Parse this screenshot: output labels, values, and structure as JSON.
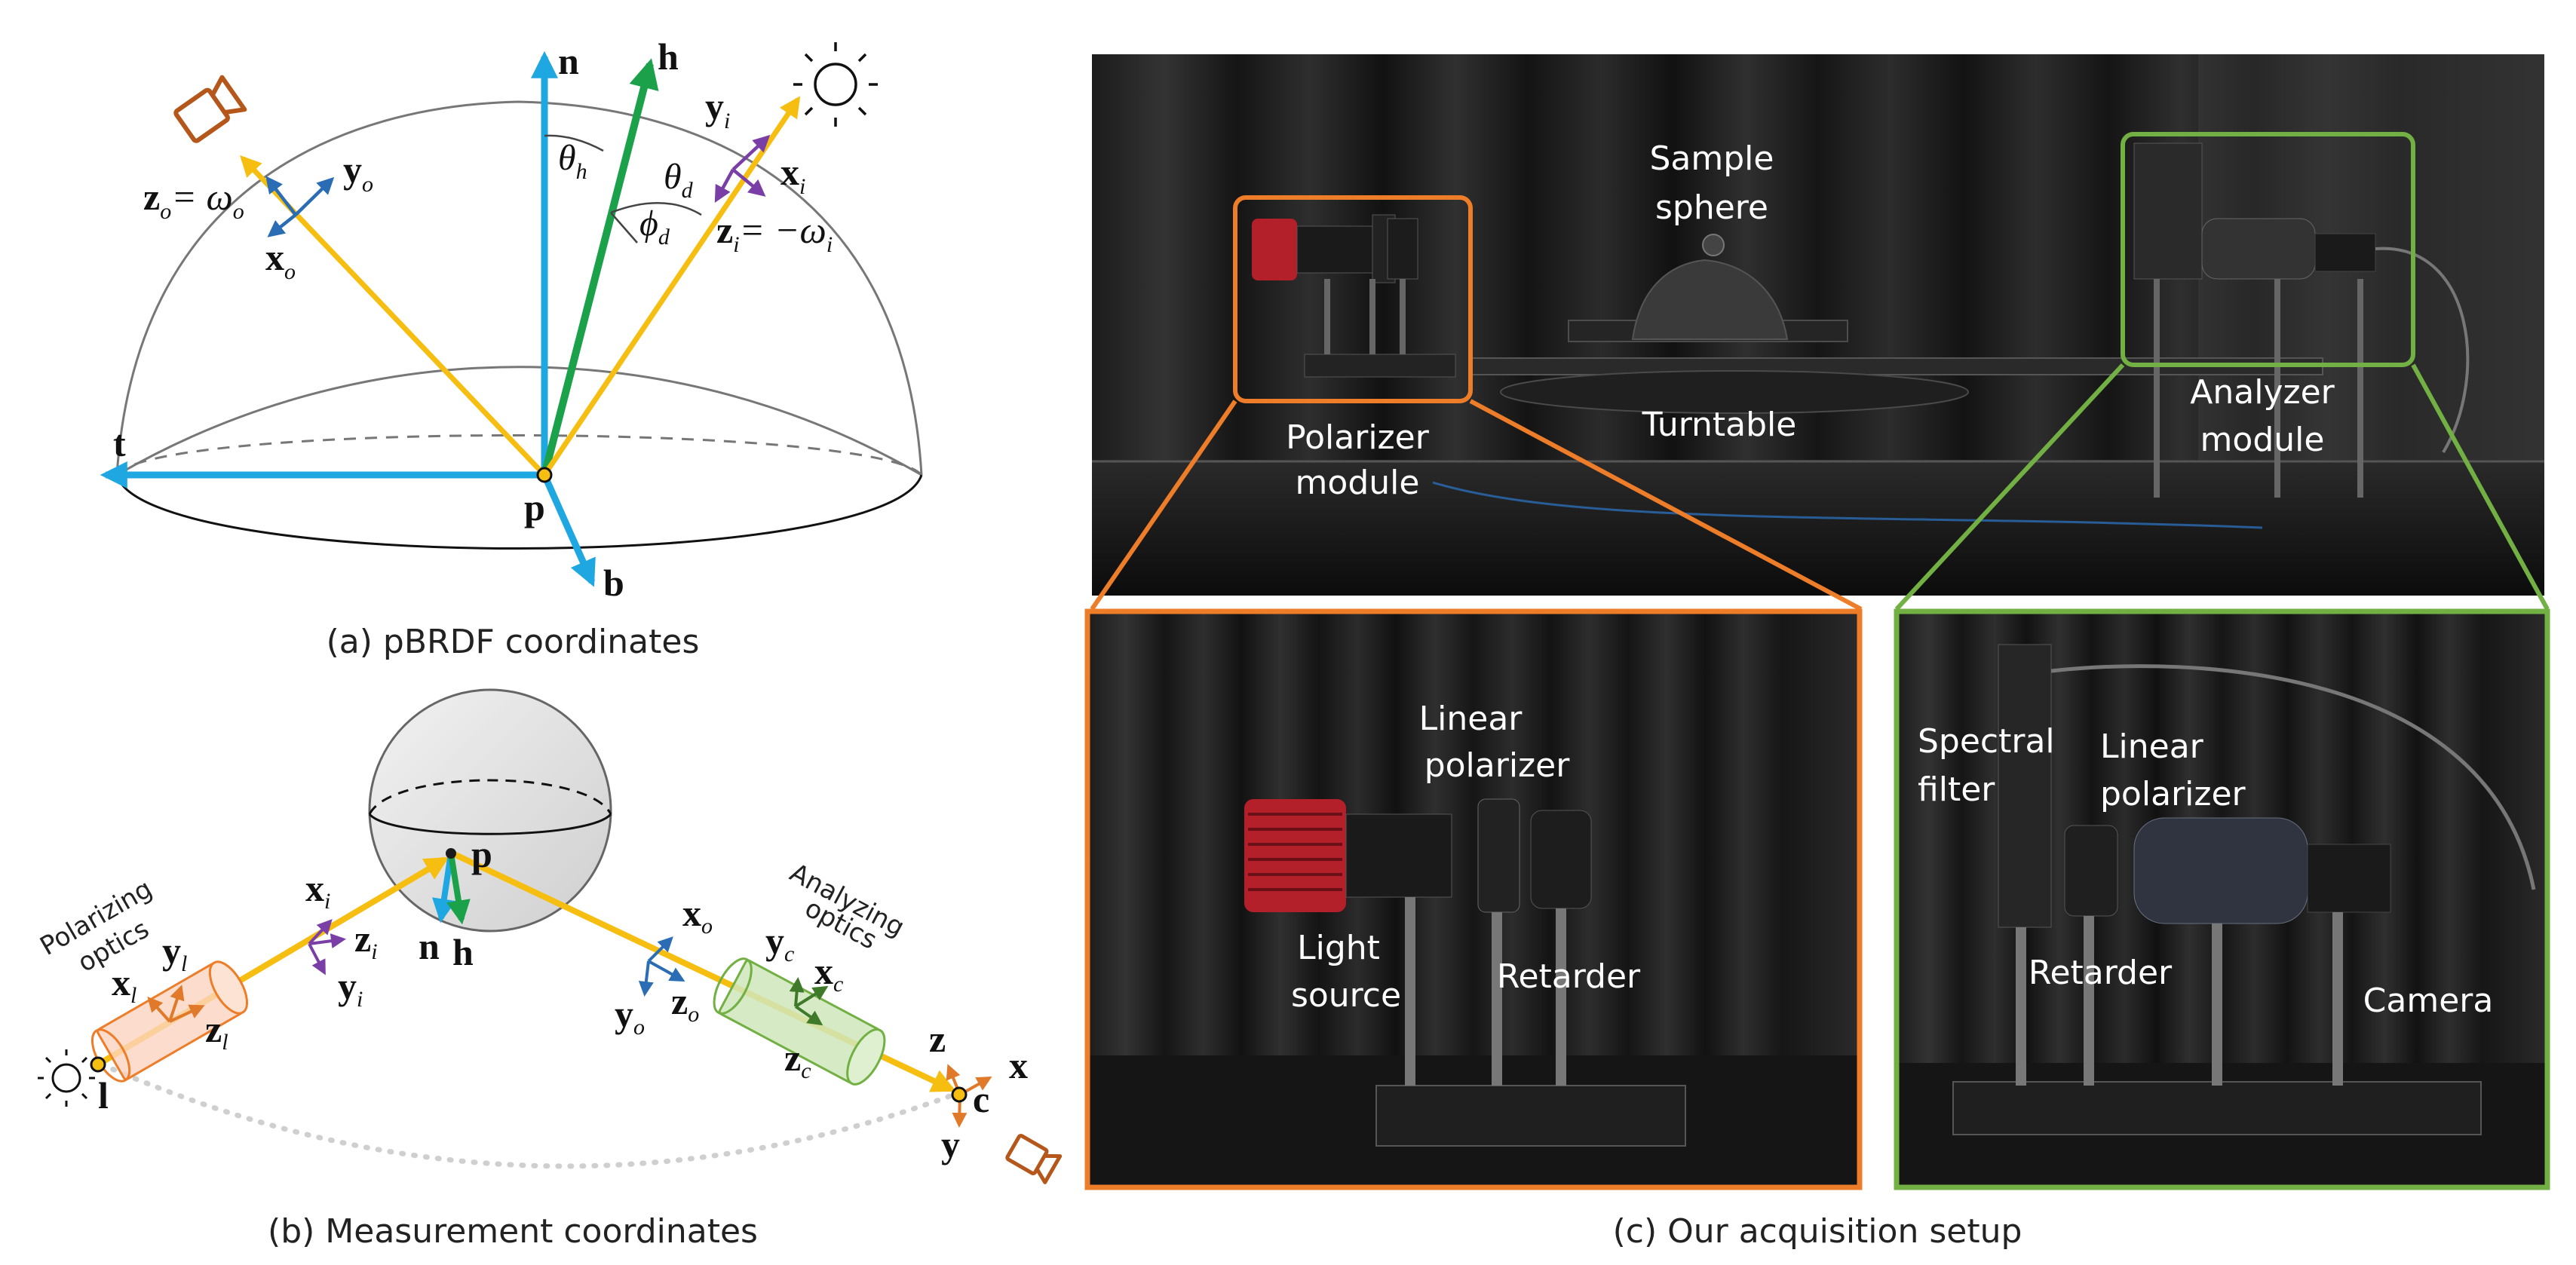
{
  "colors": {
    "cyan": "#1ea7e1",
    "green": "#1aa14a",
    "yellow": "#f7be12",
    "purple": "#7a3fa6",
    "blue": "#2a6db5",
    "orange_frame": "#ee7d2a",
    "green_frame": "#72b043",
    "camera_icon": "#b5561a"
  },
  "icons": {
    "sun": "sun-icon",
    "camera": "camera-icon"
  },
  "panel_a": {
    "caption": "(a) pBRDF coordinates",
    "labels": {
      "n": "n",
      "h": "h",
      "t": "t",
      "b": "b",
      "p": "p",
      "y_i": "y",
      "y_i_sub": "i",
      "x_i": "x",
      "x_i_sub": "i",
      "z_i": "z",
      "z_i_sub": "i",
      "z_i_eq": "= −ω",
      "z_i_eq_sub": "i",
      "y_o": "y",
      "y_o_sub": "o",
      "x_o": "x",
      "x_o_sub": "o",
      "z_o": "z",
      "z_o_sub": "o",
      "z_o_eq": "= ω",
      "z_o_eq_sub": "o",
      "theta_h": "θ",
      "theta_h_sub": "h",
      "theta_d": "θ",
      "theta_d_sub": "d",
      "phi_d": "ϕ",
      "phi_d_sub": "d"
    }
  },
  "panel_b": {
    "caption": "(b) Measurement coordinates",
    "labels": {
      "polarizing": "Polarizing",
      "optics1": "optics",
      "analyzing": "Analyzing",
      "optics2": "optics",
      "p": "p",
      "n": "n",
      "h": "h",
      "l": "l",
      "c": "c",
      "x": "x",
      "y": "y",
      "z": "z",
      "y_l": "y",
      "y_l_sub": "l",
      "x_l": "x",
      "x_l_sub": "l",
      "z_l": "z",
      "z_l_sub": "l",
      "x_i": "x",
      "x_i_sub": "i",
      "z_i": "z",
      "z_i_sub": "i",
      "y_i": "y",
      "y_i_sub": "i",
      "x_o": "x",
      "x_o_sub": "o",
      "y_o": "y",
      "y_o_sub": "o",
      "z_o": "z",
      "z_o_sub": "o",
      "y_c": "y",
      "y_c_sub": "c",
      "x_c": "x",
      "x_c_sub": "c",
      "z_c": "z",
      "z_c_sub": "c"
    }
  },
  "panel_c": {
    "caption": "(c) Our acquisition setup",
    "top": {
      "sample1": "Sample",
      "sample2": "sphere",
      "turntable": "Turntable",
      "polarizer1": "Polarizer",
      "polarizer2": "module",
      "analyzer1": "Analyzer",
      "analyzer2": "module"
    },
    "left_zoom": {
      "linear1": "Linear",
      "linear2": "polarizer",
      "light1": "Light",
      "light2": "source",
      "retarder": "Retarder"
    },
    "right_zoom": {
      "spectral1": "Spectral",
      "spectral2": "filter",
      "linear1": "Linear",
      "linear2": "polarizer",
      "retarder": "Retarder",
      "camera": "Camera"
    }
  }
}
